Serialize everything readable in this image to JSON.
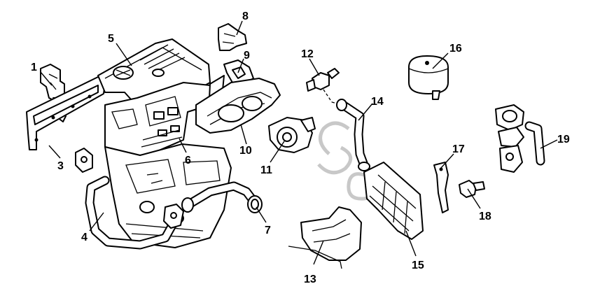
{
  "diagram": {
    "callouts": [
      {
        "id": "1",
        "label": "1"
      },
      {
        "id": "2",
        "label": "3"
      },
      {
        "id": "3",
        "label": "4"
      },
      {
        "id": "4",
        "label": "5"
      },
      {
        "id": "5",
        "label": "6"
      },
      {
        "id": "6",
        "label": "7"
      },
      {
        "id": "7",
        "label": "8"
      },
      {
        "id": "8",
        "label": "9"
      },
      {
        "id": "9",
        "label": "10"
      },
      {
        "id": "10",
        "label": "11"
      },
      {
        "id": "11",
        "label": "12"
      },
      {
        "id": "12",
        "label": "13"
      },
      {
        "id": "13",
        "label": "14"
      },
      {
        "id": "14",
        "label": "15"
      },
      {
        "id": "15",
        "label": "16"
      },
      {
        "id": "16",
        "label": "17"
      },
      {
        "id": "17",
        "label": "18"
      },
      {
        "id": "18",
        "label": "19"
      }
    ],
    "watermark": "SC",
    "line_color": "#000000",
    "background": "#ffffff"
  }
}
